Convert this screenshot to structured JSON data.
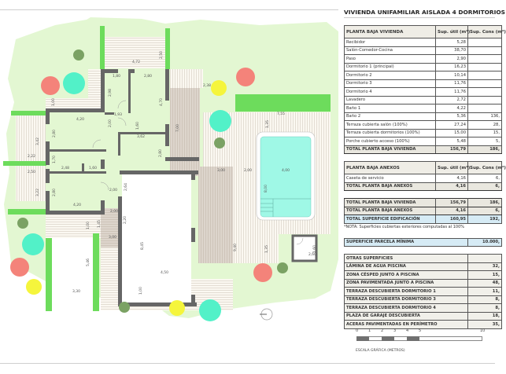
{
  "title": "VIVIENDA UNIFAMILIAR AISLADA 4 DORMITORIOS",
  "colors": {
    "lawn": "#e3f7d2",
    "hedge": "#6ddc5c",
    "wall": "#666666",
    "pool": "#9ff8e6",
    "deck": "#dcd5cc",
    "tree_red": "#f4837a",
    "tree_teal": "#52f1c8",
    "tree_yellow": "#f5f53c",
    "tree_olive": "#7ba264",
    "total_row": "#e9e7df",
    "grand_row": "#d6ebf5"
  },
  "table_vivienda": {
    "header": {
      "label": "PLANTA BAJA VIVIENDA",
      "col1": "Sup. útil (m²)",
      "col2": "Sup. Cons (m²)"
    },
    "rows": [
      {
        "label": "Recibidor",
        "util": "5,28",
        "cons": ""
      },
      {
        "label": "Salón-Comedor-Cocina",
        "util": "38,70",
        "cons": ""
      },
      {
        "label": "Paso",
        "util": "2,90",
        "cons": ""
      },
      {
        "label": "Dormitorio 1 (principal)",
        "util": "16,23",
        "cons": ""
      },
      {
        "label": "Dormitorio 2",
        "util": "10,14",
        "cons": ""
      },
      {
        "label": "Dormitorio 3",
        "util": "11,76",
        "cons": ""
      },
      {
        "label": "Dormitorio 4",
        "util": "11,76",
        "cons": ""
      },
      {
        "label": "Lavadero",
        "util": "2,72",
        "cons": ""
      },
      {
        "label": "Baño 1",
        "util": "4,22",
        "cons": ""
      },
      {
        "label": "Baño 2",
        "util": "5,36",
        "cons": "136,"
      },
      {
        "label": "Terraza cubierta salón (100%)",
        "util": "27,24",
        "cons": "28,"
      },
      {
        "label": "Terraza cubierta dormitorios (100%)",
        "util": "15,00",
        "cons": "15,"
      },
      {
        "label": "Porche cubierto acceso (100%)",
        "util": "5,48",
        "cons": "5,"
      }
    ],
    "total": {
      "label": "TOTAL PLANTA BAJA VIVIENDA",
      "util": "156,79",
      "cons": "186,"
    }
  },
  "table_anexos": {
    "header": {
      "label": "PLANTA BAJA ANEXOS",
      "col1": "Sup. útil (m²)",
      "col2": "Sup. Cons (m²)"
    },
    "rows": [
      {
        "label": "Caseta de servicio",
        "util": "4,16",
        "cons": "6,"
      }
    ],
    "total": {
      "label": "TOTAL PLANTA BAJA ANEXOS",
      "util": "4,16",
      "cons": "6,"
    }
  },
  "summary": [
    {
      "label": "TOTAL PLANTA BAJA VIVIENDA",
      "util": "156,79",
      "cons": "186,"
    },
    {
      "label": "TOTAL PLANTA BAJA ANEXOS",
      "util": "4,16",
      "cons": "6,"
    },
    {
      "label": "TOTAL SUPERFICIE EDIFICACIÓN",
      "util": "160,95",
      "cons": "192,"
    }
  ],
  "note": "*NOTA: Superficies cubiertas exteriores computadas al 100%",
  "parcela": {
    "label": "SUPERFICIE PARCELA MÍNIMA",
    "value": "10.000,"
  },
  "otras": {
    "header": "OTRAS SUPERFICIES",
    "rows": [
      {
        "label": "LÁMINA DE AGUA PISCINA",
        "value": "32,"
      },
      {
        "label": "ZONA CÉSPED JUNTO A PISCINA",
        "value": "15,"
      },
      {
        "label": "ZONA PAVIMENTADA JUNTO A PISCINA",
        "value": "48,"
      },
      {
        "label": "TERRAZA DESCUBIERTA DORMITORIO 1",
        "value": "11,"
      },
      {
        "label": "TERRAZA DESCUBIERTA DORMITORIO 3",
        "value": "8,"
      },
      {
        "label": "TERRAZA DESCUBIERTA DORMITORIO 4",
        "value": "8,"
      },
      {
        "label": "PLAZA DE GARAJE DESCUBIERTA",
        "value": "18,"
      },
      {
        "label": "ACERAS PAVIMENTADAS EN PERÍMETRO",
        "value": "35,"
      }
    ]
  },
  "scale": {
    "ticks": [
      "0",
      "1",
      "2",
      "3",
      "4",
      "5",
      "10"
    ],
    "label": "ESCALA GRÁFICA (METROS)"
  },
  "dimensions": {
    "d472": "4,72",
    "d250": "2,50",
    "d180": "1,80",
    "d280": "2,80",
    "d298": "2,98",
    "d470": "4,70",
    "d238": "2,38",
    "d700": "7,00",
    "d100a": "1,00",
    "d420a": "4,20",
    "d193": "1,93",
    "d160": "1,60",
    "d362": "3,62",
    "d280b": "2,80",
    "d280c": "2,80",
    "d755": "7,55",
    "d200": "2,00",
    "d135a": "1,35",
    "d342": "3,42",
    "d222": "2,22",
    "d170": "1,70",
    "d248": "2,48",
    "d160b": "1,60",
    "d250b": "2,50",
    "d322": "3,22",
    "d280d": "2,80",
    "d420b": "4,20",
    "d200b": "2,00",
    "d264": "2,64",
    "d300a": "3,00",
    "d200c": "2,00",
    "d400": "4,00",
    "d800": "8,00",
    "d100b": "1,00",
    "d145": "1,45",
    "d220": "2,20",
    "d300b": "3,00",
    "d845": "8,45",
    "d940": "9,40",
    "d546": "5,46",
    "d330": "3,30",
    "d450": "4,50",
    "d100c": "1,00",
    "d135b": "1,35",
    "d260": "2,60",
    "d160c": "1,60"
  }
}
